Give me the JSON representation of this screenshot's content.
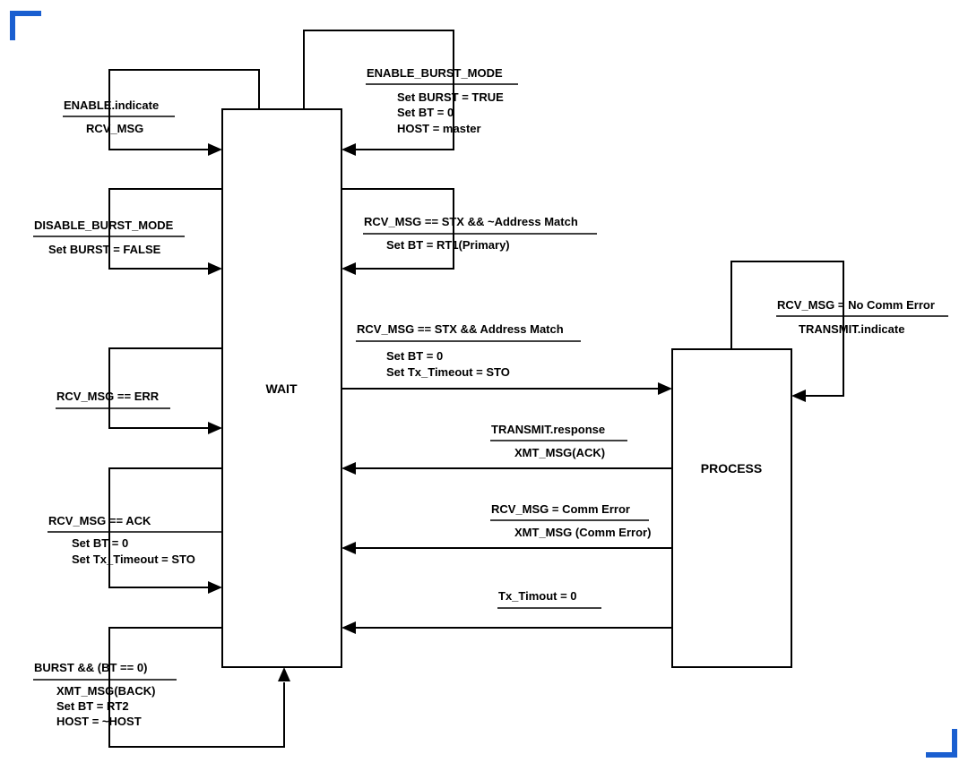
{
  "colors": {
    "accent": "#1a5fd0",
    "ink": "#000000",
    "background": "#ffffff"
  },
  "states": {
    "wait": "WAIT",
    "process": "PROCESS"
  },
  "transitions": {
    "enable_indicate": {
      "event": "ENABLE.indicate",
      "actions": [
        "RCV_MSG"
      ]
    },
    "enable_burst_mode": {
      "event": "ENABLE_BURST_MODE",
      "actions": [
        "Set BURST = TRUE",
        "Set BT = 0",
        "HOST = master"
      ]
    },
    "disable_burst_mode": {
      "event": "DISABLE_BURST_MODE",
      "actions": [
        "Set BURST = FALSE"
      ]
    },
    "stx_no_match": {
      "event": "RCV_MSG == STX && ~Address Match",
      "actions": [
        "Set BT = RT1(Primary)"
      ]
    },
    "stx_match": {
      "event": "RCV_MSG == STX && Address Match",
      "actions": [
        "Set BT = 0",
        "Set Tx_Timeout = STO"
      ]
    },
    "no_comm_error": {
      "event": "RCV_MSG = No Comm Error",
      "actions": [
        "TRANSMIT.indicate"
      ]
    },
    "rcv_err": {
      "event": "RCV_MSG == ERR",
      "actions": []
    },
    "transmit_response": {
      "event": "TRANSMIT.response",
      "actions": [
        "XMT_MSG(ACK)"
      ]
    },
    "comm_error": {
      "event": "RCV_MSG = Comm Error",
      "actions": [
        "XMT_MSG (Comm Error)"
      ]
    },
    "rcv_ack": {
      "event": "RCV_MSG == ACK",
      "actions": [
        "Set BT = 0",
        "Set Tx_Timeout = STO"
      ]
    },
    "tx_timeout": {
      "event": "Tx_Timout = 0",
      "actions": []
    },
    "burst_bt": {
      "event": "BURST && (BT == 0)",
      "actions": [
        "XMT_MSG(BACK)",
        "Set BT = RT2",
        "HOST = ~HOST"
      ]
    }
  }
}
